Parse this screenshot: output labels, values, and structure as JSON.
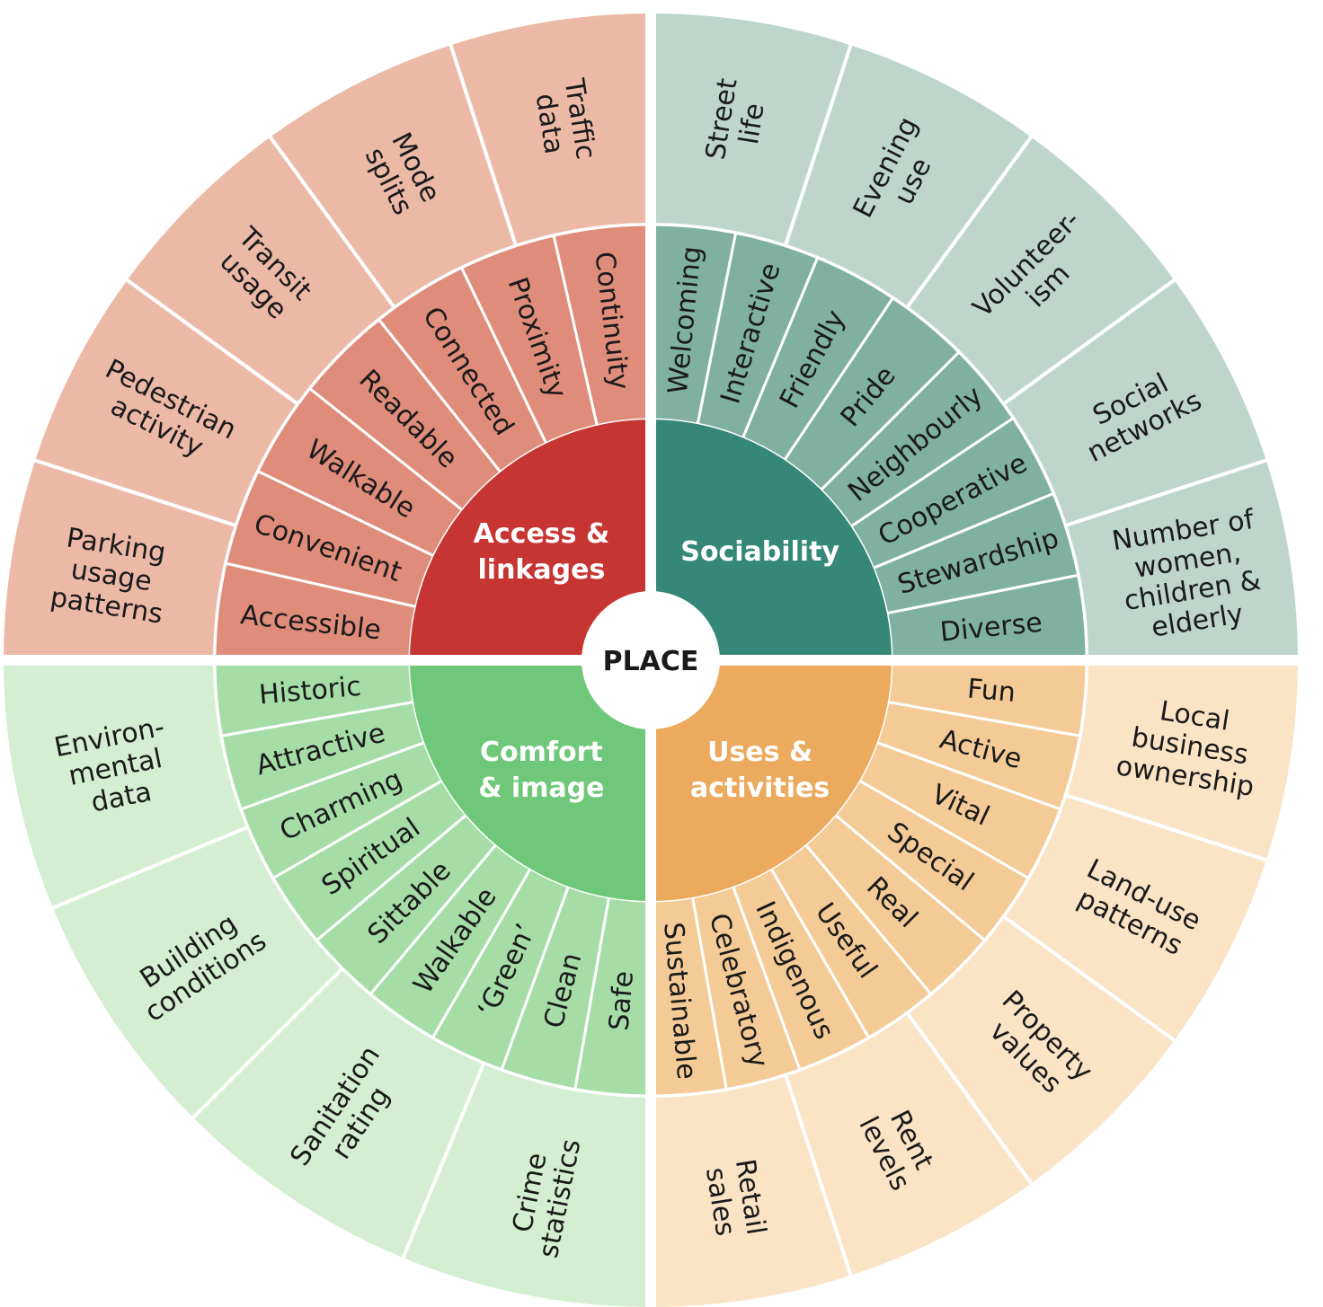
{
  "center": {
    "label": "PLACE"
  },
  "quadrants": [
    {
      "id": "sociability",
      "label": [
        "Sociability"
      ],
      "colors": {
        "core": "#358878",
        "mid": "#7fb0a0",
        "outer": "#bed5cc"
      },
      "attributes": [
        "Welcoming",
        "Interactive",
        "Friendly",
        "Pride",
        "Neighbourly",
        "Cooperative",
        "Stewardship",
        "Diverse"
      ],
      "measurements": [
        [
          "Street",
          "life"
        ],
        [
          "Evening",
          "use"
        ],
        [
          "Volunteer-",
          "ism"
        ],
        [
          "Social",
          "networks"
        ],
        [
          "Number of",
          "women,",
          "children &",
          "elderly"
        ]
      ]
    },
    {
      "id": "uses-activities",
      "label": [
        "Uses &",
        "activities"
      ],
      "colors": {
        "core": "#ebaa5e",
        "mid": "#f4cb96",
        "outer": "#fbe3c6"
      },
      "attributes": [
        "Fun",
        "Active",
        "Vital",
        "Special",
        "Real",
        "Useful",
        "Indigenous",
        "Celebratory",
        "Sustainable"
      ],
      "measurements": [
        [
          "Local",
          "business",
          "ownership"
        ],
        [
          "Land-use",
          "patterns"
        ],
        [
          "Property",
          "values"
        ],
        [
          "Rent",
          "levels"
        ],
        [
          "Retail",
          "sales"
        ]
      ]
    },
    {
      "id": "comfort-image",
      "label": [
        "Comfort",
        "& image"
      ],
      "colors": {
        "core": "#6fc879",
        "mid": "#a6dda7",
        "outer": "#d3eed0"
      },
      "attributes": [
        "Safe",
        "Clean",
        "‘Green’",
        "Walkable",
        "Sittable",
        "Spiritual",
        "Charming",
        "Attractive",
        "Historic"
      ],
      "measurements": [
        [
          "Crime",
          "statistics"
        ],
        [
          "Sanitation",
          "rating"
        ],
        [
          "Building",
          "conditions"
        ],
        [
          "Environ-",
          "mental",
          "data"
        ]
      ]
    },
    {
      "id": "access-linkages",
      "label": [
        "Access &",
        "linkages"
      ],
      "colors": {
        "core": "#c63532",
        "mid": "#df8c7b",
        "outer": "#ecb9a7"
      },
      "attributes": [
        "Accessible",
        "Convenient",
        "Walkable",
        "Readable",
        "Connected",
        "Proximity",
        "Continuity"
      ],
      "measurements": [
        [
          "Parking",
          "usage",
          "patterns"
        ],
        [
          "Pedestrian",
          "activity"
        ],
        [
          "Transit",
          "usage"
        ],
        [
          "Mode",
          "splits"
        ],
        [
          "Traffic",
          "data"
        ]
      ]
    }
  ]
}
